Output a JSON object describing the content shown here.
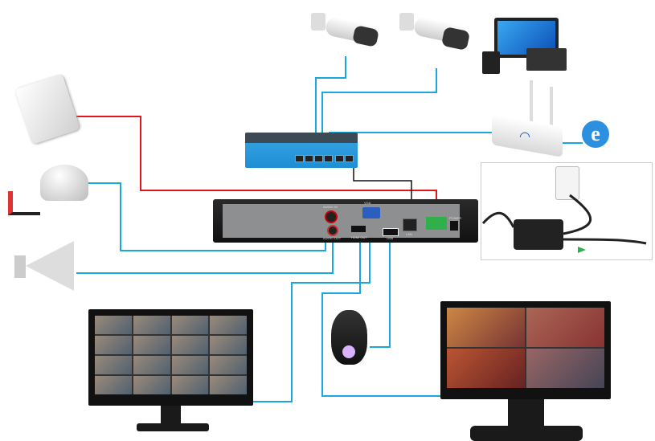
{
  "nvr": {
    "audio_in": "AUDIO IN",
    "audio_out": "AUDIO OUT",
    "vga": "VGA",
    "hdmi": "HDMI OUT",
    "usb": "USB",
    "lan": "LAN",
    "power": "POWER"
  },
  "colors": {
    "video": "#1ba6dd",
    "alarm": "#e3141b",
    "network": "#111111"
  }
}
